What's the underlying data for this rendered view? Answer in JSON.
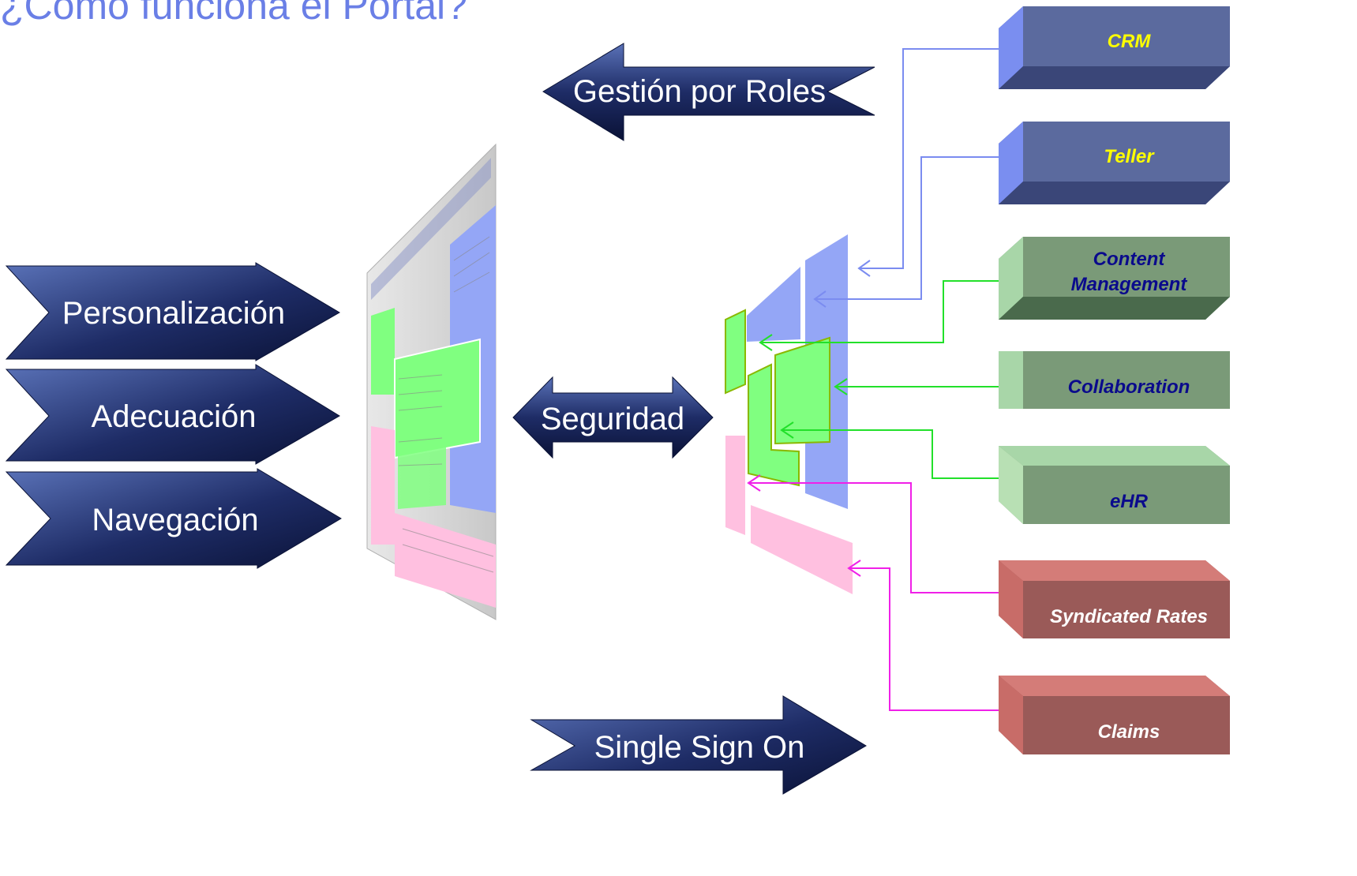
{
  "title": "¿Cómo funciona el Portal?",
  "arrows": {
    "roles": "Gestión por Roles",
    "personalizacion": "Personalización",
    "adecuacion": "Adecuación",
    "navegacion": "Navegación",
    "seguridad": "Seguridad",
    "sso": "Single Sign On"
  },
  "systems": [
    {
      "line1": "CRM",
      "line2": "",
      "text_color": "#ffff00",
      "color": "blue"
    },
    {
      "line1": "Teller",
      "line2": "",
      "text_color": "#ffff00",
      "color": "blue"
    },
    {
      "line1": "Content",
      "line2": "Management",
      "text_color": "#0a0a8c",
      "color": "green"
    },
    {
      "line1": "Collaboration",
      "line2": "",
      "text_color": "#0a0a8c",
      "color": "green"
    },
    {
      "line1": "eHR",
      "line2": "",
      "text_color": "#0a0a8c",
      "color": "green"
    },
    {
      "line1": "Syndicated Rates",
      "line2": "",
      "text_color": "#ffffff",
      "color": "red"
    },
    {
      "line1": "Claims",
      "line2": "",
      "text_color": "#ffffff",
      "color": "red"
    }
  ],
  "colors": {
    "title": "#6a7fe6",
    "arrow_dark": "#141e48",
    "arrow_light": "#5a72b8",
    "blue_link": "#7b8cf0",
    "green_link": "#22e02a",
    "magenta_link": "#f020e8",
    "panel_blue": "#94a6f6",
    "panel_green": "#80ff80",
    "panel_pink": "#ffc0e0"
  }
}
